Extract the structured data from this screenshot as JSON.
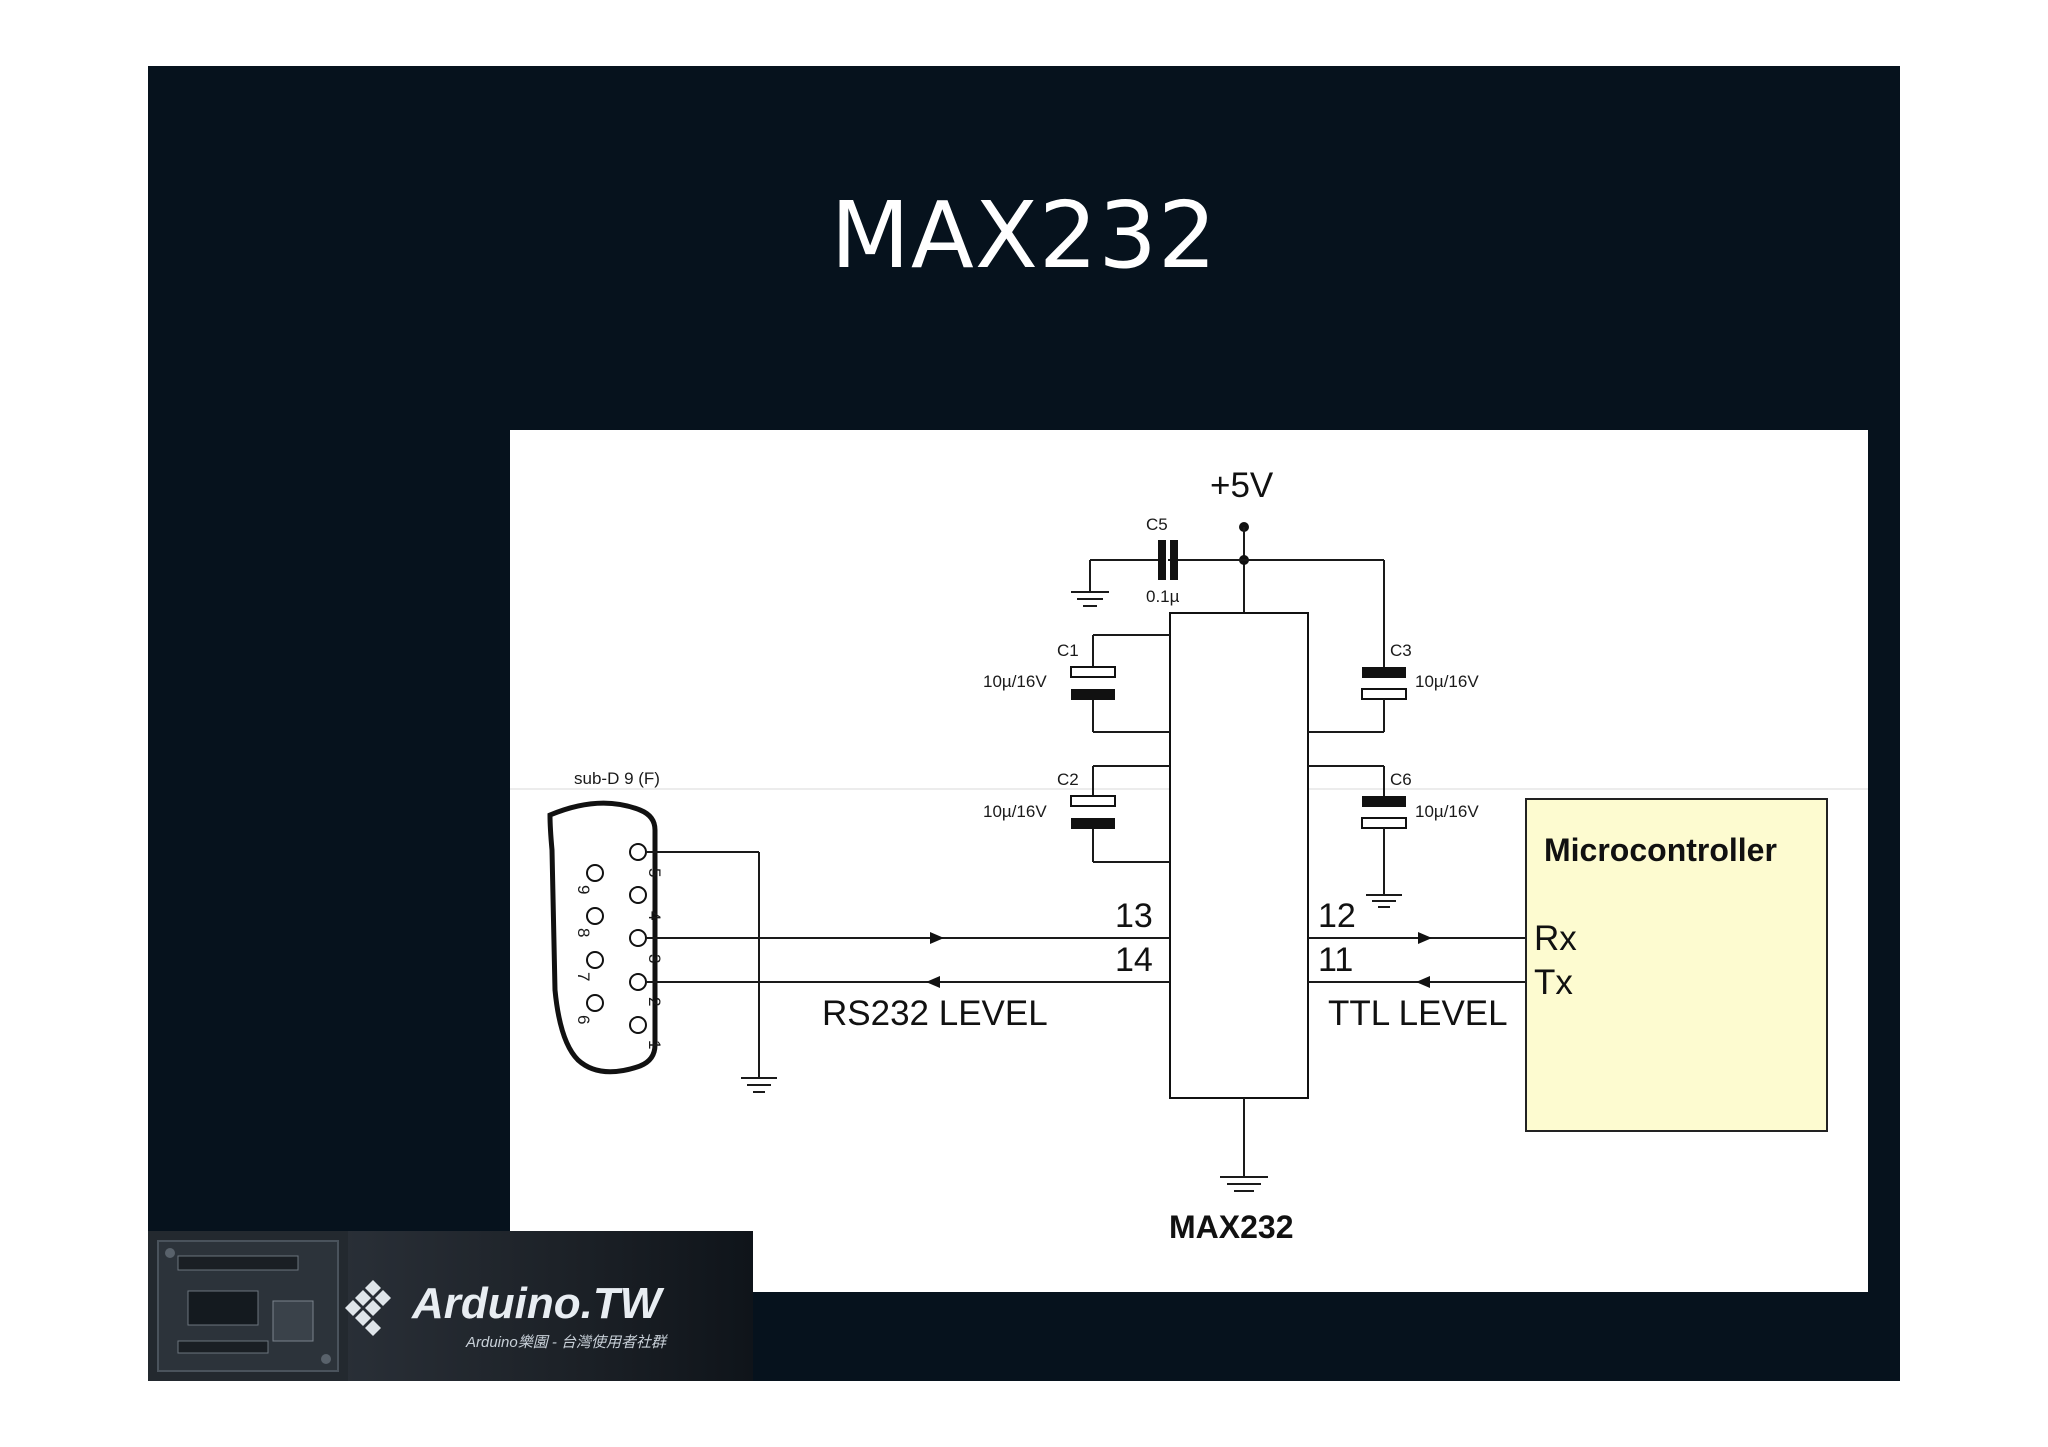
{
  "slide": {
    "title": "MAX232",
    "background": "#06121d"
  },
  "schematic": {
    "supply_label": "+5V",
    "chip_label": "MAX232",
    "connector_label": "sub-D 9 (F)",
    "capacitors": [
      {
        "name": "C5",
        "value": "0.1µ"
      },
      {
        "name": "C1",
        "value": "10µ/16V"
      },
      {
        "name": "C2",
        "value": "10µ/16V"
      },
      {
        "name": "C3",
        "value": "10µ/16V"
      },
      {
        "name": "C6",
        "value": "10µ/16V"
      }
    ],
    "pins": {
      "p13": "13",
      "p14": "14",
      "p12": "12",
      "p11": "11"
    },
    "connector_pins": [
      "5",
      "4",
      "3",
      "2",
      "1",
      "9",
      "8",
      "7",
      "6"
    ],
    "rs232_label": "RS232 LEVEL",
    "ttl_label": "TTL LEVEL",
    "microcontroller": {
      "title": "Microcontroller",
      "rx": "Rx",
      "tx": "Tx",
      "fill": "#fdfbd0"
    }
  },
  "footer": {
    "brand": "Arduino.TW",
    "tagline": "Arduino樂園 - 台灣使用者社群"
  }
}
